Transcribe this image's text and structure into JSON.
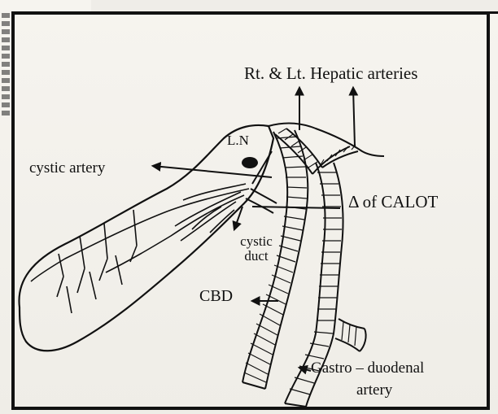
{
  "labels": {
    "hepatic_arteries": "Rt. & Lt. Hepatic arteries",
    "cystic_artery": "cystic artery",
    "lymph_node": "L.N",
    "triangle_of_calot": "Δ of CALOT",
    "cystic_duct_line1": "cystic",
    "cystic_duct_line2": "duct",
    "cbd": "CBD",
    "gastroduodenal_line1": "Gastro – duodenal",
    "gastroduodenal_line2": "artery"
  },
  "colors": {
    "ink": "#111111",
    "paper": "#f3f1ec"
  }
}
